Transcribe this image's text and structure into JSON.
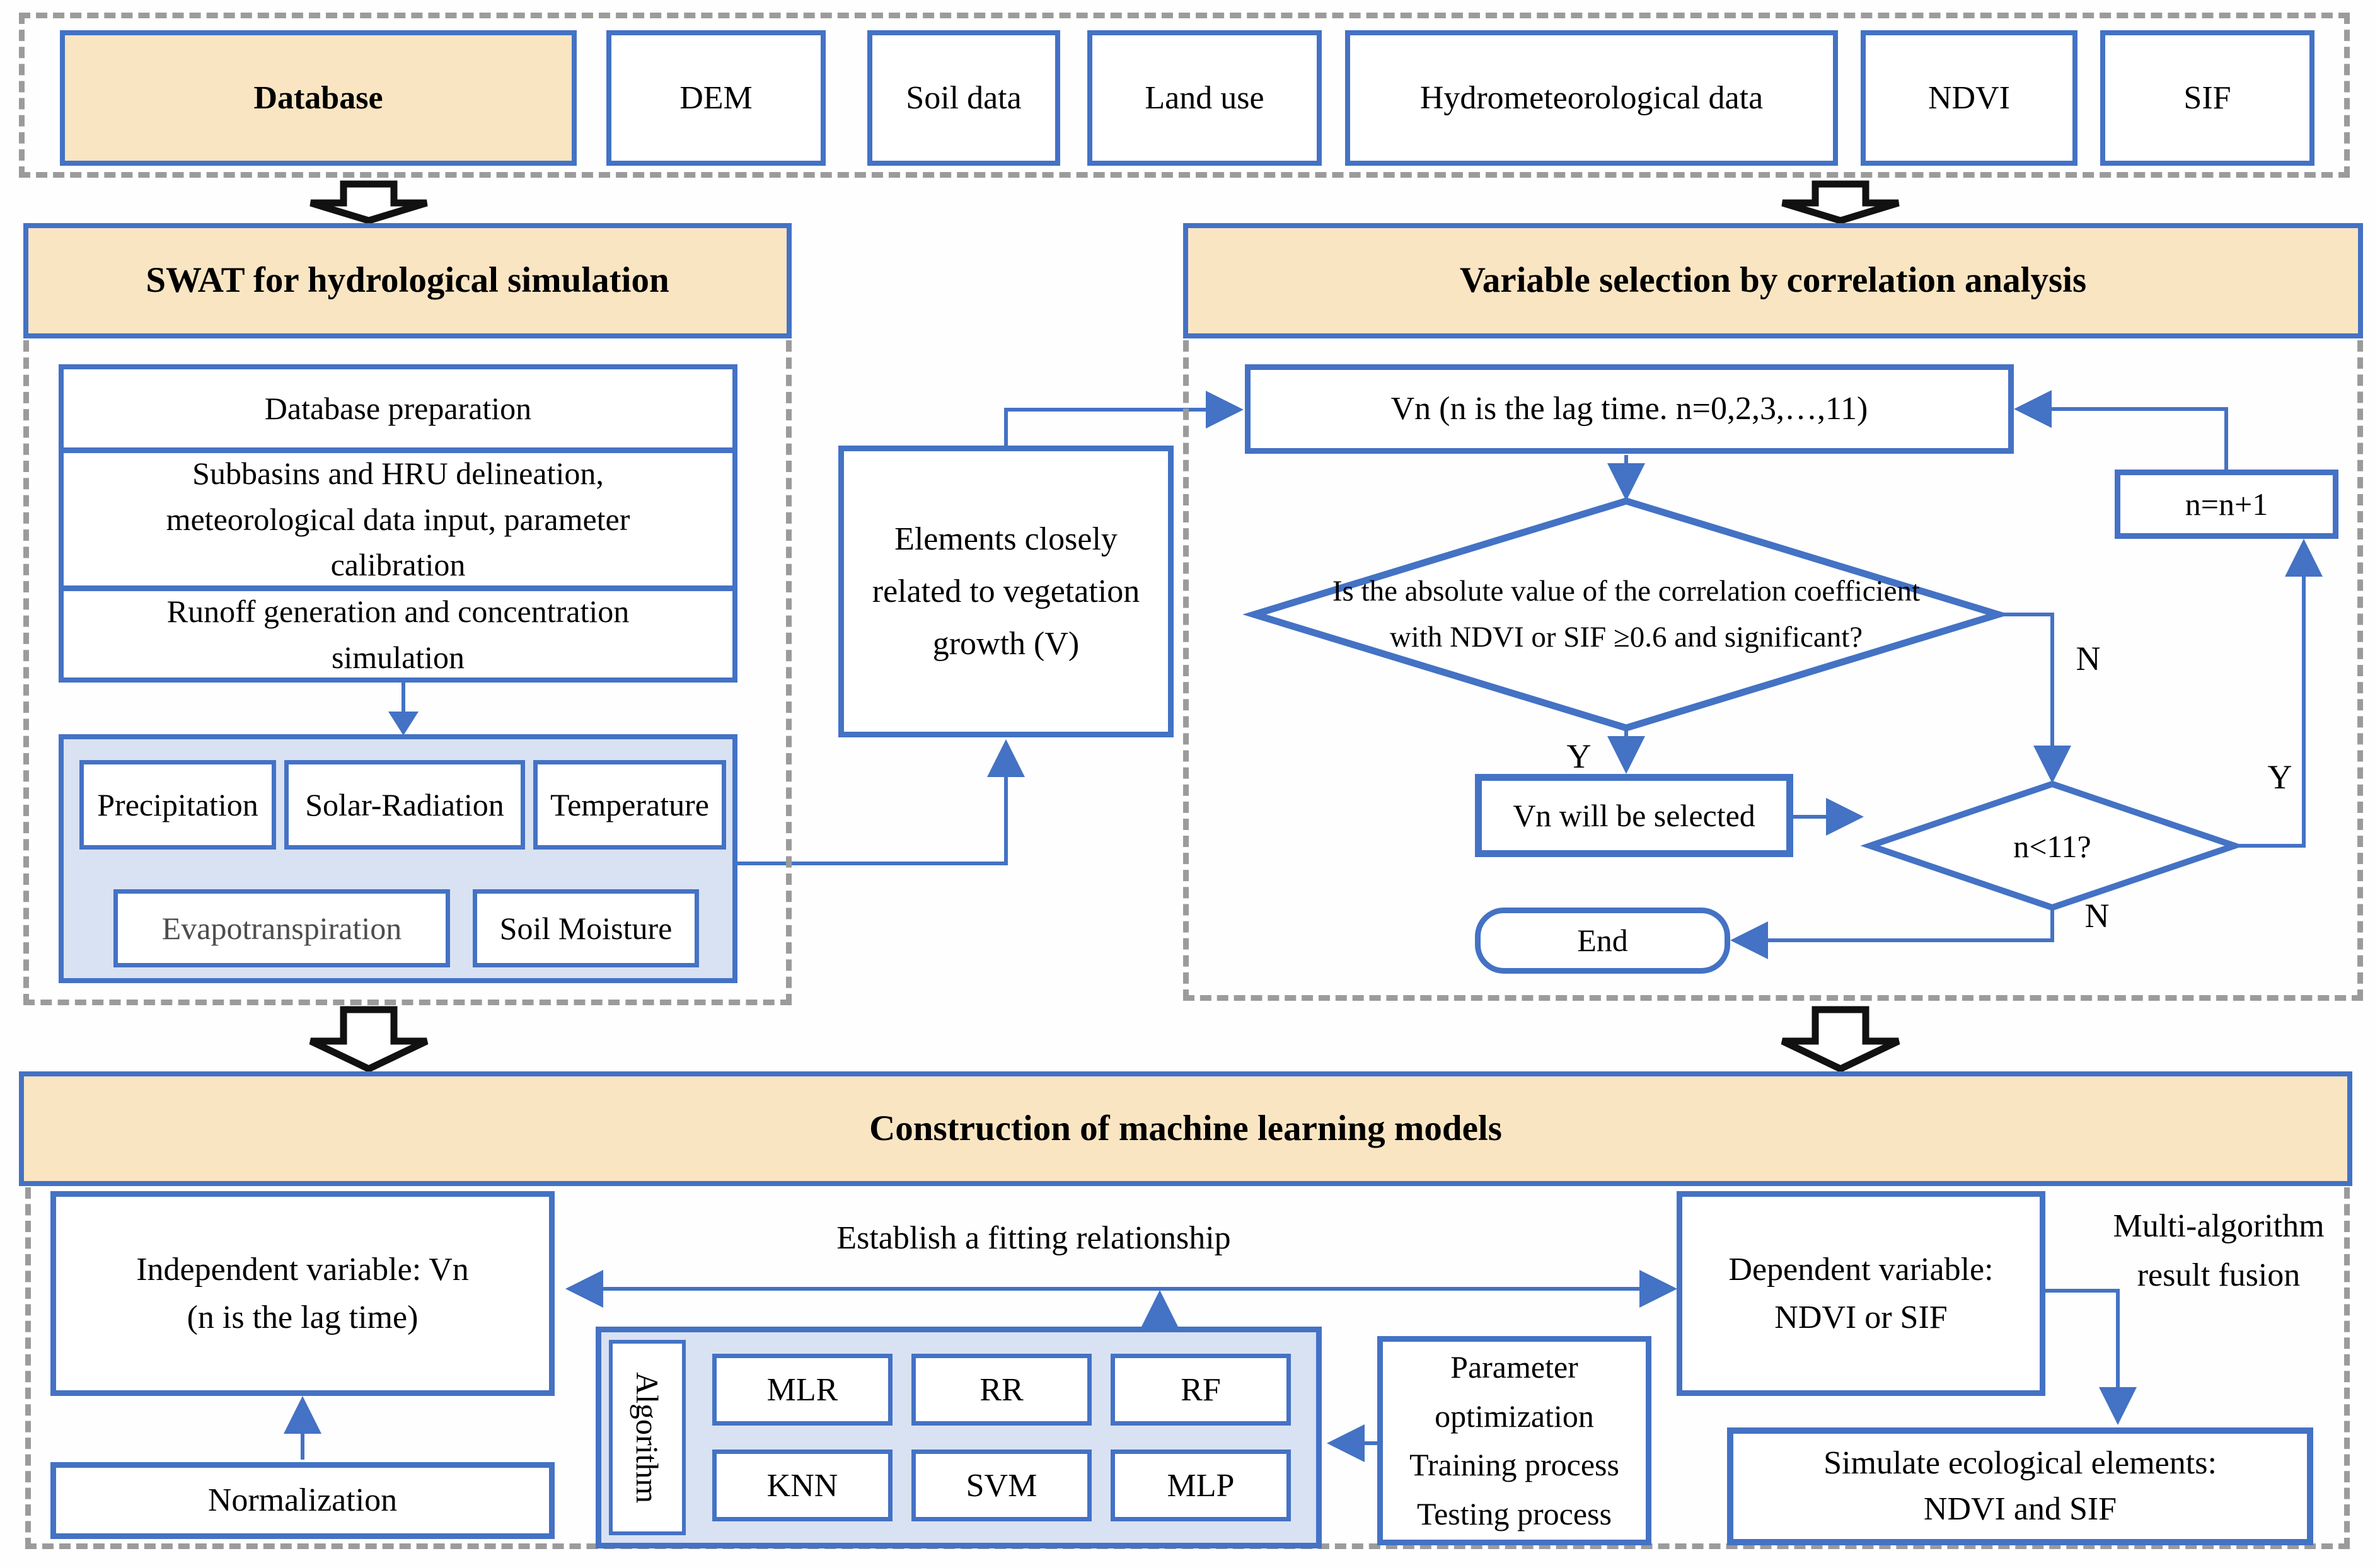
{
  "colors": {
    "accent_blue": "#4472C4",
    "header_fill": "#FAE5C3",
    "group_fill": "#D9E2F3",
    "dashed_border": "#9B9B9B"
  },
  "top_row": [
    "Database",
    "DEM",
    "Soil data",
    "Land use",
    "Hydrometeorological data",
    "NDVI",
    "SIF"
  ],
  "swat": {
    "title": "SWAT for hydrological simulation",
    "steps": [
      "Database preparation",
      "Subbasins and HRU delineation, meteorological data input, parameter calibration",
      "Runoff generation and concentration simulation"
    ],
    "variables": [
      "Precipitation",
      "Solar-Radiation",
      "Temperature",
      "Evapotranspiration",
      "Soil Moisture"
    ]
  },
  "elements_box": {
    "text": "Elements closely related to vegetation growth (V)"
  },
  "selection": {
    "title": "Variable selection by correlation analysis",
    "vn_box": "Vn (n is the lag time. n=0,2,3,…,11)",
    "decision1": "Is the absolute value of the correlation coefficient with NDVI or SIF ≥0.6 and significant?",
    "selected_box": "Vn will be selected",
    "decision2": "n<11?",
    "increment_box": "n=n+1",
    "end_box": "End",
    "labels": {
      "yes": "Y",
      "no": "N"
    }
  },
  "ml": {
    "title": "Construction of machine learning models",
    "independent": [
      "Independent variable: Vn",
      "(n is the lag time)"
    ],
    "normalization": "Normalization",
    "fitting": "Establish a fitting relationship",
    "algorithm_label": "Algorithm",
    "algorithms": [
      "MLR",
      "RR",
      "RF",
      "KNN",
      "SVM",
      "MLP"
    ],
    "parameter_box": [
      "Parameter",
      "optimization",
      "Training process",
      "Testing process"
    ],
    "dependent": [
      "Dependent variable:",
      "NDVI or SIF"
    ],
    "fusion": [
      "Multi-algorithm",
      "result fusion"
    ],
    "simulate": [
      "Simulate ecological elements:",
      "NDVI and SIF"
    ]
  }
}
